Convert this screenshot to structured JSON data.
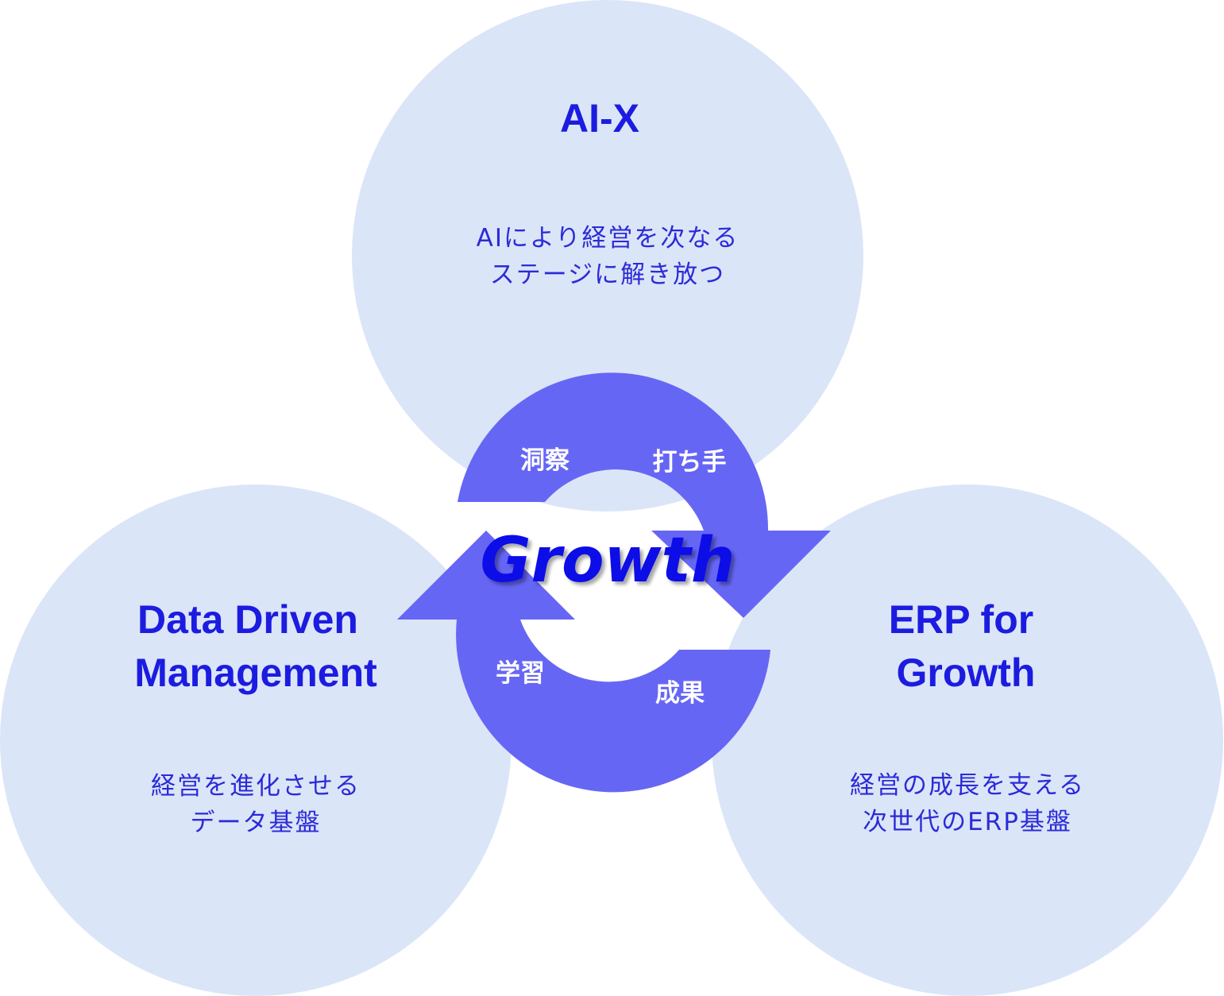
{
  "colors": {
    "circle_fill": "#dbe5f8",
    "arrow_fill": "#6666f5",
    "title_text": "#1c1ce0",
    "desc_text": "#2b2bd8",
    "step_text": "#ffffff",
    "center_text": "#1010e8"
  },
  "center_label": "Growth",
  "circles": {
    "top": {
      "title": "AI-X",
      "desc_line1": "AIにより経営を次なる",
      "desc_line2": "ステージに解き放つ"
    },
    "left": {
      "title_line1": "Data Driven",
      "title_line2": "Management",
      "desc_line1": "経営を進化させる",
      "desc_line2": "データ基盤"
    },
    "right": {
      "title_line1": "ERP for",
      "title_line2": "Growth",
      "desc_line1": "経営の成長を支える",
      "desc_line2": "次世代のERP基盤"
    }
  },
  "cycle_steps": {
    "insight": "洞察",
    "action": "打ち手",
    "result": "成果",
    "learning": "学習"
  }
}
